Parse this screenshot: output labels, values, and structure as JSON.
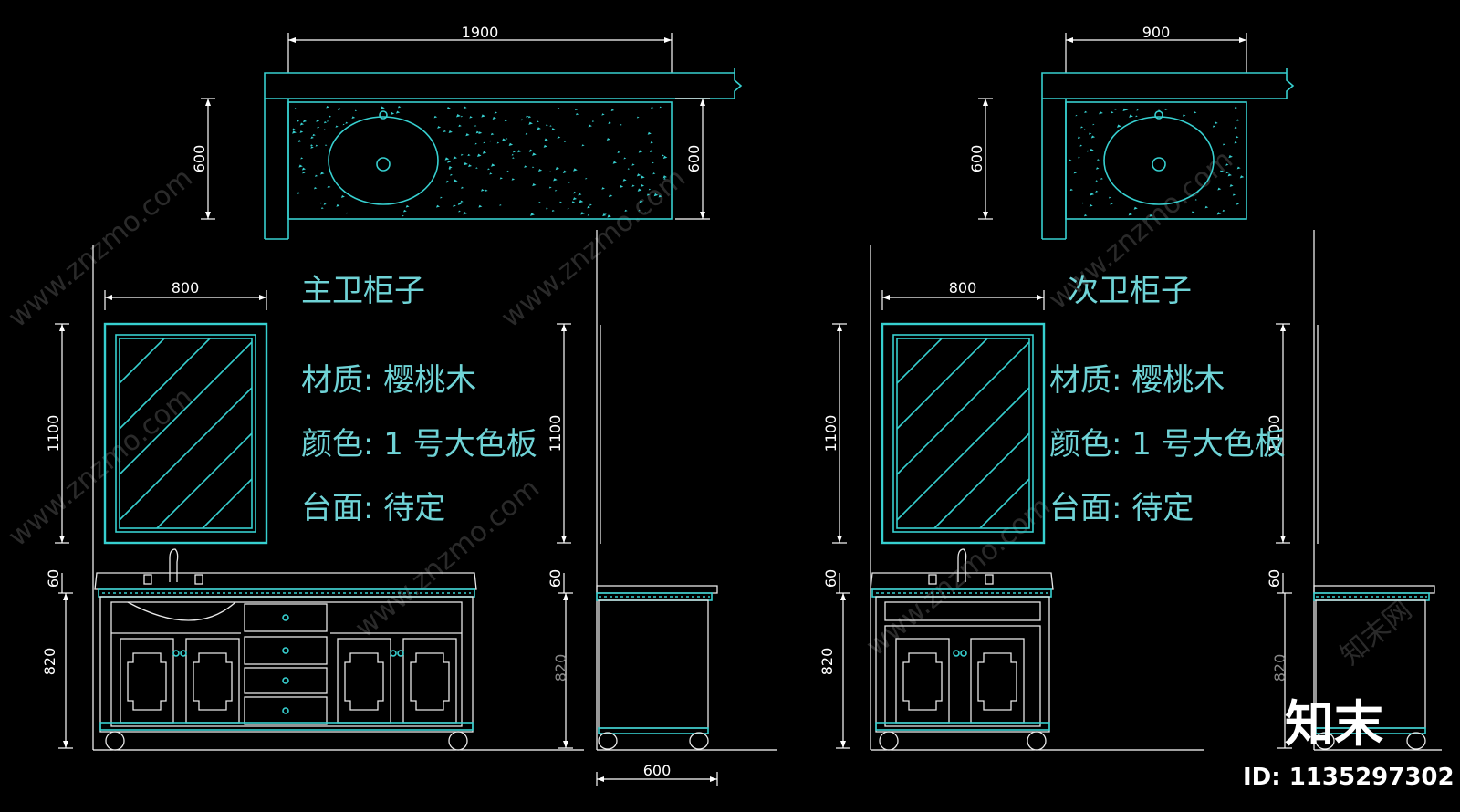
{
  "left_group": {
    "title": "主卫柜子",
    "material": "材质: 樱桃木",
    "color": "颜色: 1 号大色板",
    "countertop": "台面: 待定",
    "dims": {
      "top_width": "1900",
      "top_depth_left": "600",
      "top_depth_right": "600",
      "mirror_width": "800",
      "mirror_height_left": "1100",
      "mirror_height_side": "1100",
      "counter_thickness_left": "60",
      "counter_thickness_side": "60",
      "cabinet_height_left": "820",
      "cabinet_height_side": "820",
      "side_depth": "600"
    }
  },
  "right_group": {
    "title": "次卫柜子",
    "material": "材质: 樱桃木",
    "color": "颜色: 1 号大色板",
    "countertop": "台面: 待定",
    "dims": {
      "top_width": "900",
      "top_depth": "600",
      "mirror_width": "800",
      "mirror_height_left": "1100",
      "mirror_height_side": "1100",
      "counter_thickness_left": "60",
      "counter_thickness_side": "60",
      "cabinet_height_left": "820",
      "cabinet_height_side": "820"
    }
  },
  "watermark": {
    "logo": "知末",
    "id_label": "ID: 1135297302",
    "site": "www.znzmo.com",
    "cn": "知末网"
  },
  "colors": {
    "background": "#000000",
    "cad_cyan": "#37d0d0",
    "text_cyan": "#6fd3d6",
    "line_white": "#ffffff"
  }
}
